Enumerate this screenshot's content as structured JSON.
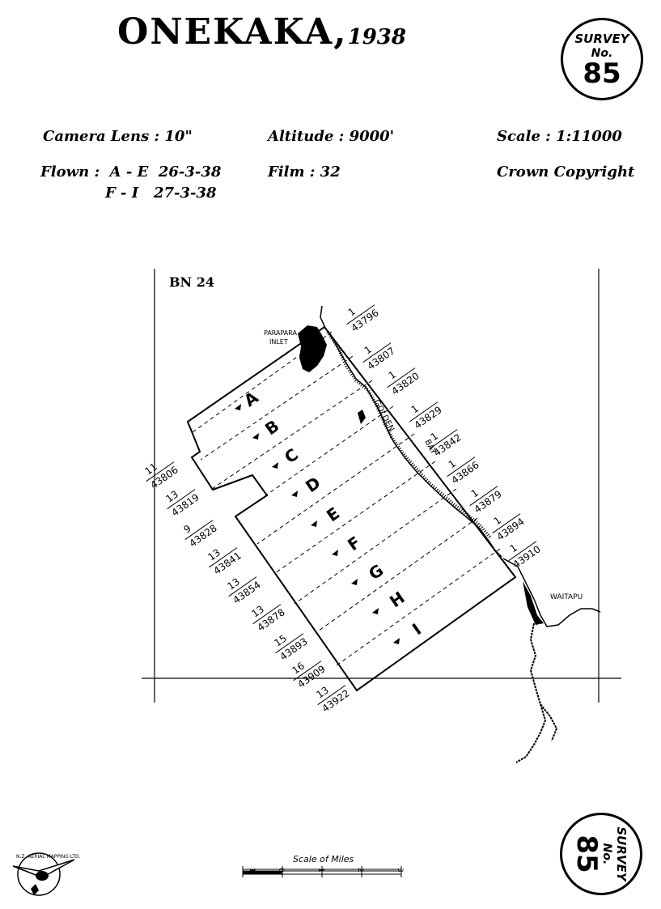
{
  "header": {
    "title": "ONEKAKA,",
    "year": "1938"
  },
  "badge_top": {
    "line1": "SURVEY",
    "line2": "No.",
    "number": "85"
  },
  "badge_bottom": {
    "line1": "SURVEY",
    "line2": "No.",
    "number": "85"
  },
  "info": {
    "camera_lens": "Camera Lens : 10\"",
    "altitude": "Altitude : 9000'",
    "scale": "Scale : 1:11000",
    "flown": "Flown :  A - E  26-3-38",
    "flown_2": "F - I   27-3-38",
    "film": "Film : 32",
    "copyright": "Crown Copyright"
  },
  "map": {
    "sheet": "BN 24",
    "places": [
      "PARAPARA",
      "INLET",
      "GOLDEN",
      "BAY",
      "WAITAPU"
    ],
    "runs": [
      {
        "letter": "A",
        "start_top": "1",
        "start_bottom": "43796",
        "end_top": "11",
        "end_bottom": "43806"
      },
      {
        "letter": "B",
        "start_top": "1",
        "start_bottom": "43807",
        "end_top": "13",
        "end_bottom": "43819"
      },
      {
        "letter": "C",
        "start_top": "1",
        "start_bottom": "43820",
        "end_top": "9",
        "end_bottom": "43828"
      },
      {
        "letter": "D",
        "start_top": "1",
        "start_bottom": "43829",
        "end_top": "13",
        "end_bottom": "43841"
      },
      {
        "letter": "E",
        "start_top": "1",
        "start_bottom": "43842",
        "end_top": "13",
        "end_bottom": "43854"
      },
      {
        "letter": "F",
        "start_top": "1",
        "start_bottom": "43866",
        "end_top": "13",
        "end_bottom": "43878"
      },
      {
        "letter": "G",
        "start_top": "1",
        "start_bottom": "43879",
        "end_top": "15",
        "end_bottom": "43893"
      },
      {
        "letter": "H",
        "start_top": "1",
        "start_bottom": "43894",
        "end_top": "16",
        "end_bottom": "43909"
      },
      {
        "letter": "I",
        "start_top": "1",
        "start_bottom": "43910",
        "end_top": "13",
        "end_bottom": "43922"
      }
    ]
  },
  "scale_bar": {
    "label": "Scale of Miles",
    "ticks": [
      "1",
      "0",
      "1",
      "2",
      "3"
    ]
  },
  "logo": {
    "text": "N.Z. AERIAL MAPPING LTD."
  }
}
